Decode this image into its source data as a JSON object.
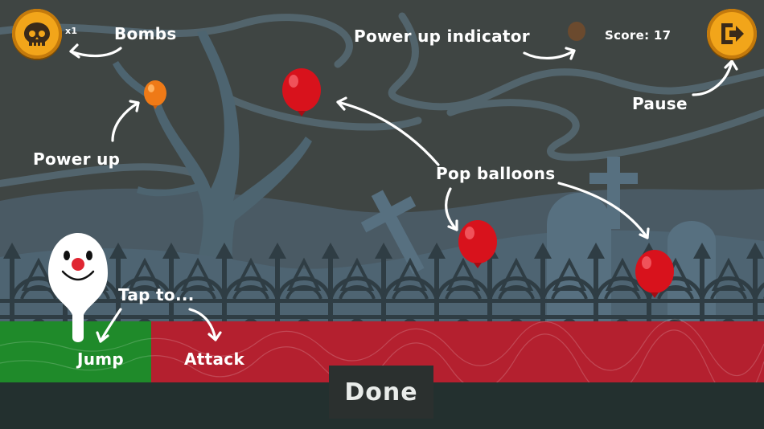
{
  "hud": {
    "bomb_count": "x1",
    "score": "Score: 17"
  },
  "tutorial": {
    "bombs": "Bombs",
    "power_up_indicator": "Power up indicator",
    "pause": "Pause",
    "power_up": "Power up",
    "pop_balloons": "Pop balloons",
    "tap_to": "Tap to...",
    "jump": "Jump",
    "attack": "Attack"
  },
  "buttons": {
    "done": "Done"
  },
  "icons": {
    "bomb": "skull-icon",
    "pause": "exit-icon"
  },
  "colors": {
    "sky": "#3f4543",
    "hill_back": "#4a5a64",
    "hill_front": "#4e6472",
    "jump_zone": "#1f8a2a",
    "attack_zone": "#b4202f",
    "ground": "#23302f",
    "balloon": "#d8121c",
    "powerup_balloon": "#ef7a17",
    "button": "#f2a51a"
  }
}
